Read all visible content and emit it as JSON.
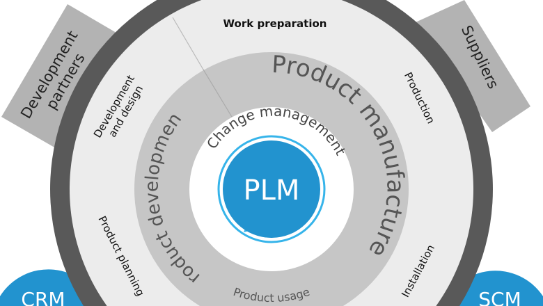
{
  "colors": {
    "dark_ring": "#595959",
    "outer_ring": "#ececec",
    "middle_ring": "#c6c6c6",
    "plm": "#2293cf",
    "plm_ring": "#36b4ea",
    "boxes": "#b3b3b3"
  },
  "center": {
    "label": "PLM"
  },
  "inner_ring": {
    "label": "Change management"
  },
  "middle_ring": {
    "manufacture": "Product manufacture",
    "development": "Product development",
    "usage": "Product usage"
  },
  "outer_ring": {
    "work_preparation": "Work preparation",
    "production": "Production",
    "development_design": [
      "Development",
      "and design"
    ],
    "product_planning": "Product planning",
    "installation": "Installation"
  },
  "external": {
    "development_partners": [
      "Development",
      "partners"
    ],
    "suppliers": "Suppliers"
  },
  "systems": {
    "crm": "CRM",
    "scm": "SCM"
  }
}
